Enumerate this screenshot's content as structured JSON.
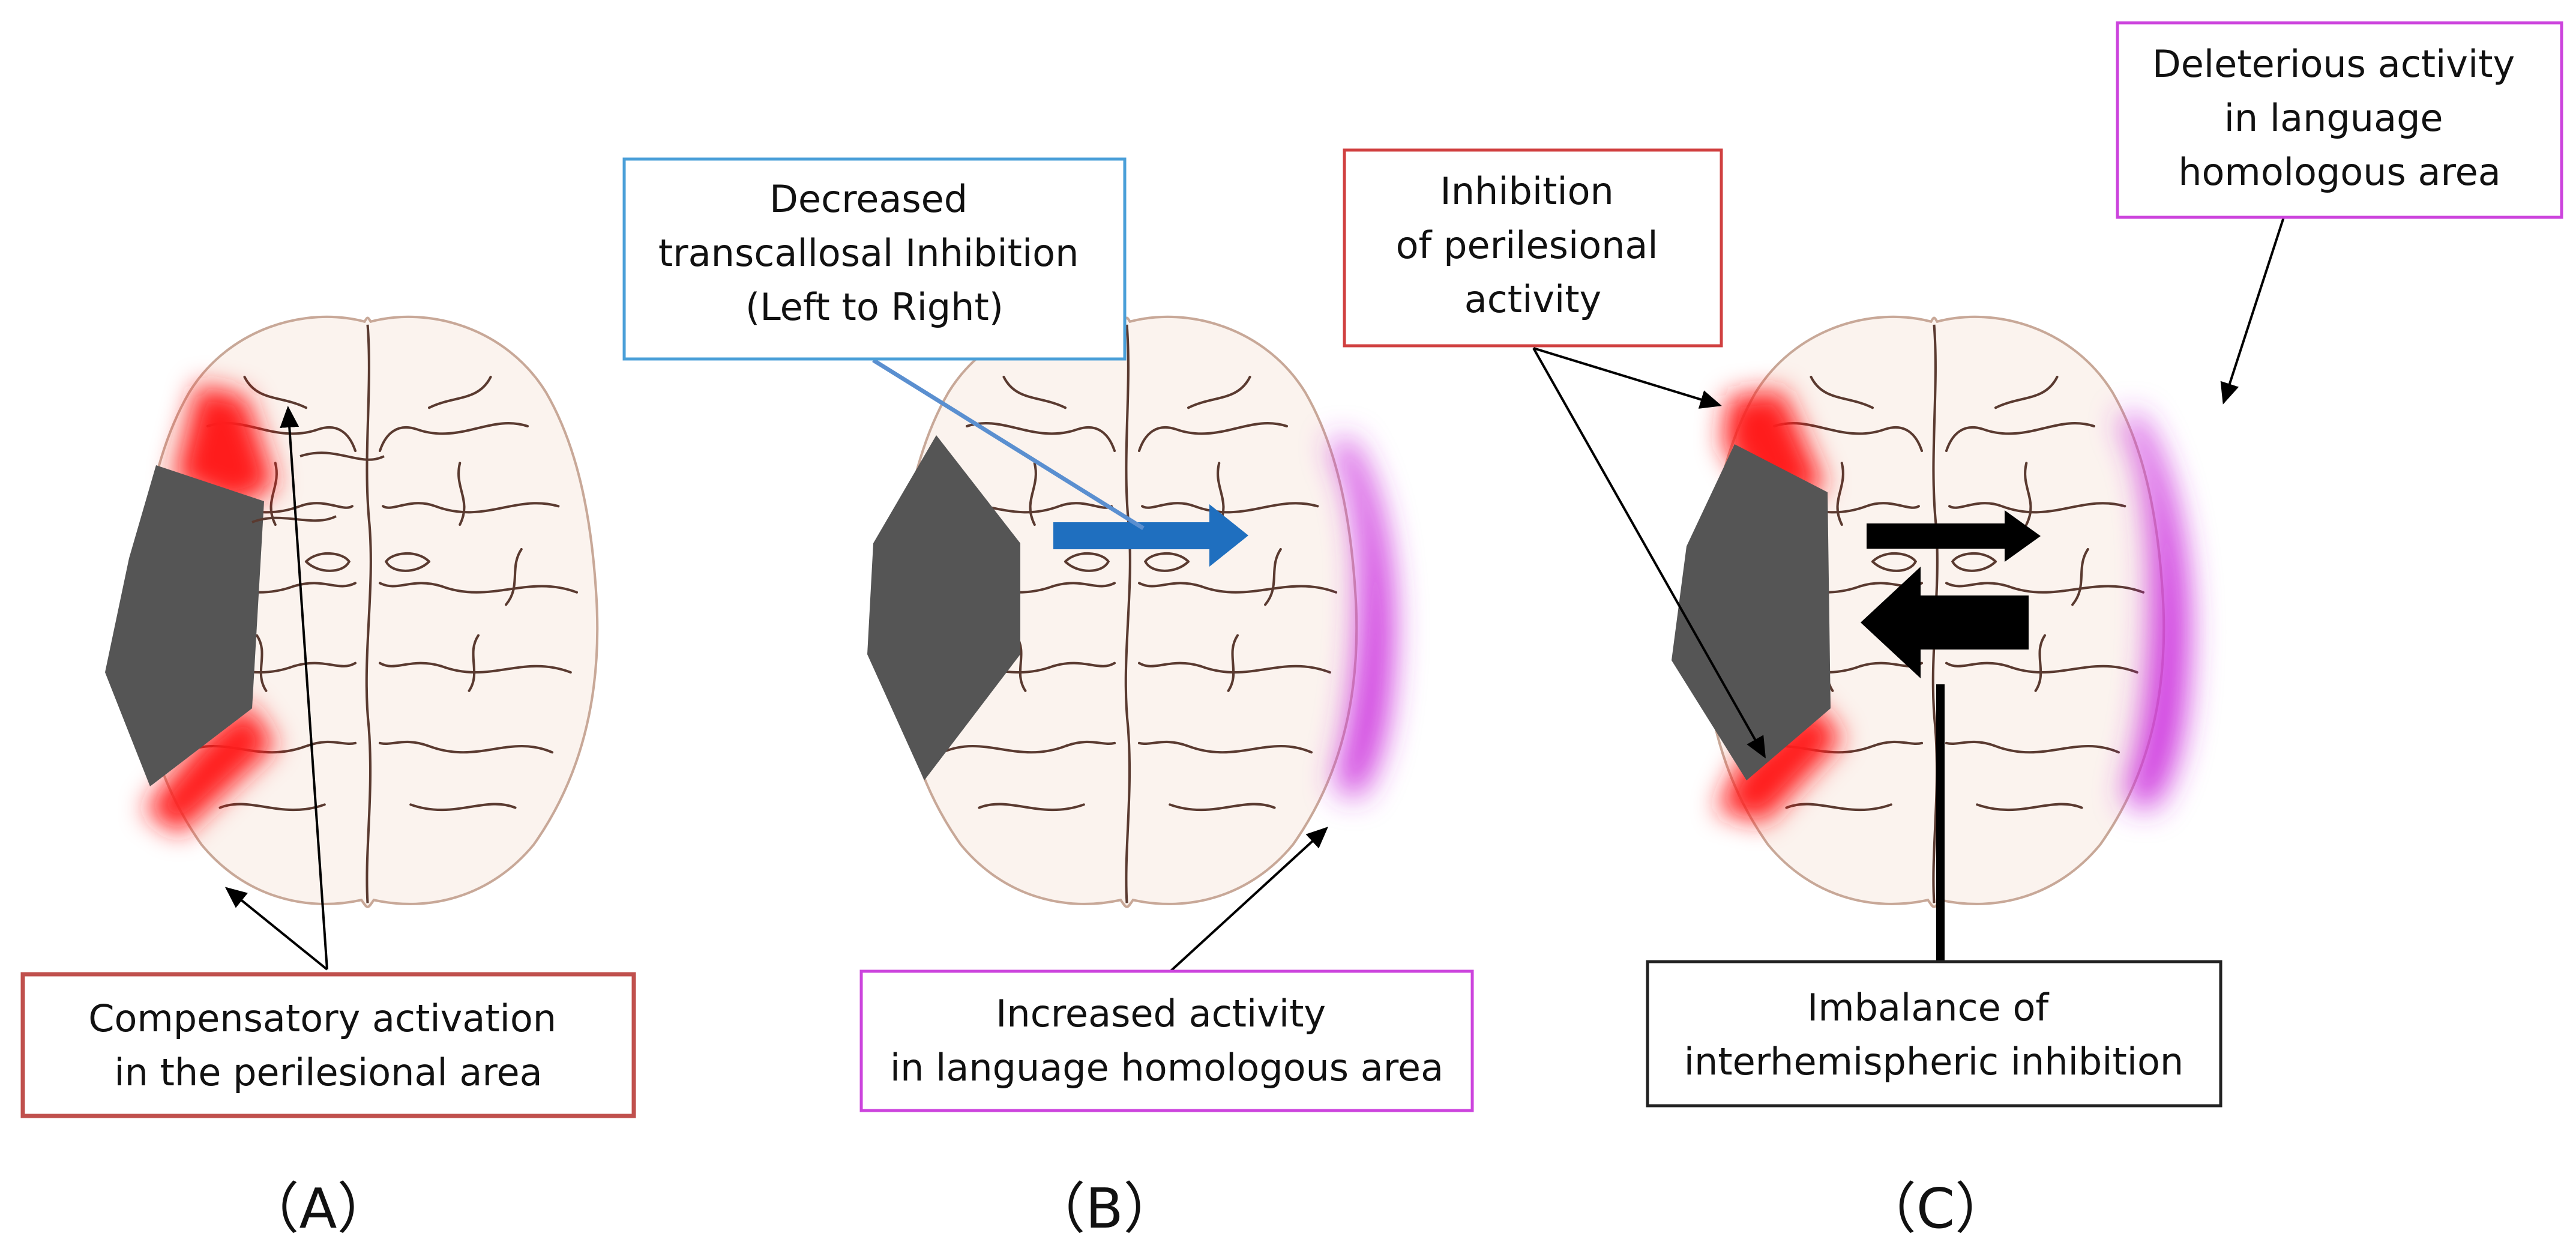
{
  "panels": [
    {
      "label": "（A）",
      "callouts": [
        {
          "lines": [
            "Compensatory activation",
            "in the perilesional area"
          ],
          "border": "#c0504d"
        }
      ]
    },
    {
      "label": "（B）",
      "callouts": [
        {
          "lines": [
            "Decreased",
            "transcallosal Inhibition",
            "(Left to Right)"
          ],
          "border": "#4a9fd8"
        },
        {
          "lines": [
            "Increased activity",
            "in language homologous area"
          ],
          "border": "#cc44dd"
        }
      ]
    },
    {
      "label": "（C）",
      "callouts": [
        {
          "lines": [
            "Inhibition",
            "of perilesional",
            "activity"
          ],
          "border": "#d04040"
        },
        {
          "lines": [
            "Deleterious activity",
            "in language",
            "homologous area"
          ],
          "border": "#cc44dd"
        },
        {
          "lines": [
            "Imbalance of",
            "interhemispheric inhibition"
          ],
          "border": "#222222"
        }
      ]
    }
  ],
  "colors": {
    "brain_fill": "#fbf3ee",
    "brain_outline": "#c8a898",
    "sulci": "#5a3a30",
    "lesion": "#555555",
    "perilesional": "#ff1a1a",
    "homologous": "#cc33dd",
    "blue_arrow": "#1f6fbf",
    "black_arrow": "#000000"
  }
}
